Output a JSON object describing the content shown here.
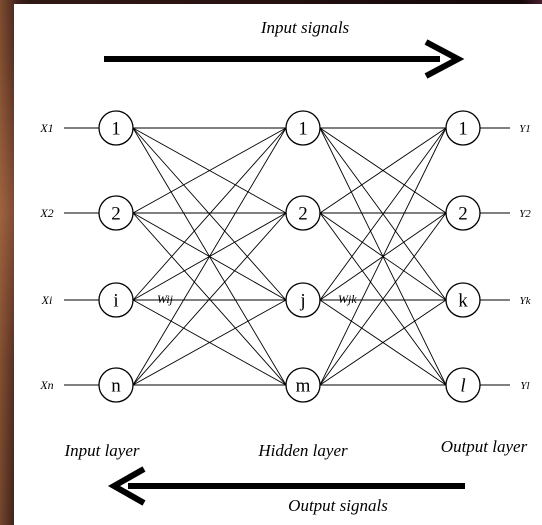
{
  "diagram": {
    "top_arrow_label": "Input signals",
    "bottom_arrow_label": "Output signals",
    "layer_labels": {
      "input": "Input layer",
      "hidden": "Hidden layer",
      "output": "Output layer"
    },
    "weight_labels": {
      "input_hidden": "Wij",
      "hidden_output": "Wjk"
    },
    "input_nodes": [
      "1",
      "2",
      "i",
      "n"
    ],
    "hidden_nodes": [
      "1",
      "2",
      "j",
      "m"
    ],
    "output_nodes": [
      "1",
      "2",
      "k",
      "l"
    ],
    "input_signals": [
      "X1",
      "X2",
      "Xi",
      "Xn"
    ],
    "output_signals": [
      "Y1",
      "Y2",
      "Yk",
      "Yl"
    ]
  }
}
